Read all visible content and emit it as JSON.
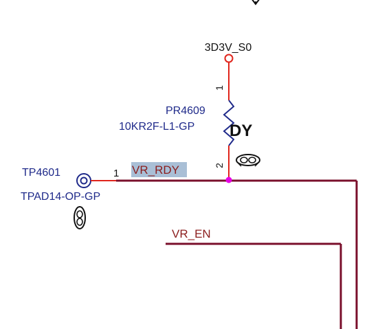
{
  "schematic": {
    "power_rail_label": "3D3V_S0",
    "resistor": {
      "refdes": "PR4609",
      "part": "10KR2F-L1-GP",
      "pin1": "1",
      "pin2": "2",
      "option_mark": "DY"
    },
    "test_point": {
      "refdes": "TP4601",
      "part": "TPAD14-OP-GP",
      "pin": "1"
    },
    "nets": {
      "vr_rdy": "VR_RDY",
      "vr_en": "VR_EN"
    },
    "colors": {
      "wire": "#7a0f2b",
      "pin_line": "#e0241b",
      "component": "#1f2a8a",
      "junction": "#e600e6",
      "net_label": "#8b1d1d",
      "highlight": "#a9bfd6"
    },
    "icons": {
      "symbol_glyph_top": "stamp-icon",
      "symbol_glyph_resistor": "stamp-icon",
      "symbol_glyph_testpoint": "stamp-icon"
    }
  }
}
